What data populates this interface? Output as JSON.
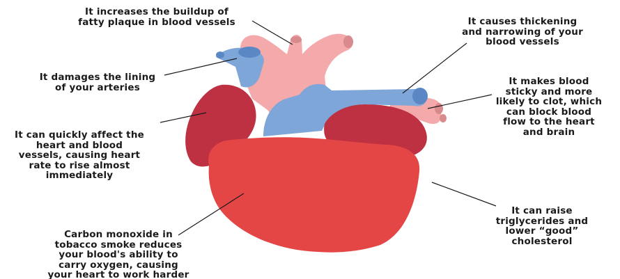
{
  "colors": {
    "aorta_pink": "#f4a9aa",
    "vein_blue": "#7ea6d9",
    "vessel_end_blue": "#5b87c5",
    "atrium_dark_red": "#be3142",
    "ventricle_red": "#e44646",
    "leader_line": "#1a1a1a",
    "text": "#1a1a1a"
  },
  "labels": {
    "plaque": "It increases the buildup of\nfatty plaque in blood vessels",
    "thickening": "It causes thickening\nand narrowing of your\nblood vessels",
    "lining": "It damages the lining\nof your arteries",
    "sticky": "It makes blood\nsticky and more\nlikely to clot, which\ncan block blood\nflow to the heart\nand brain",
    "heart_rate": "It can quickly affect the\nheart and blood\nvessels, causing heart\nrate to rise almost\nimmediately",
    "triglycerides": "It can raise\ntriglycerides and\nlower “good”\ncholesterol",
    "carbon_monoxide": "Carbon monoxide in\ntobacco smoke reduces\nyour blood's ability to\ncarry oxygen, causing\nyour heart to work harder"
  }
}
